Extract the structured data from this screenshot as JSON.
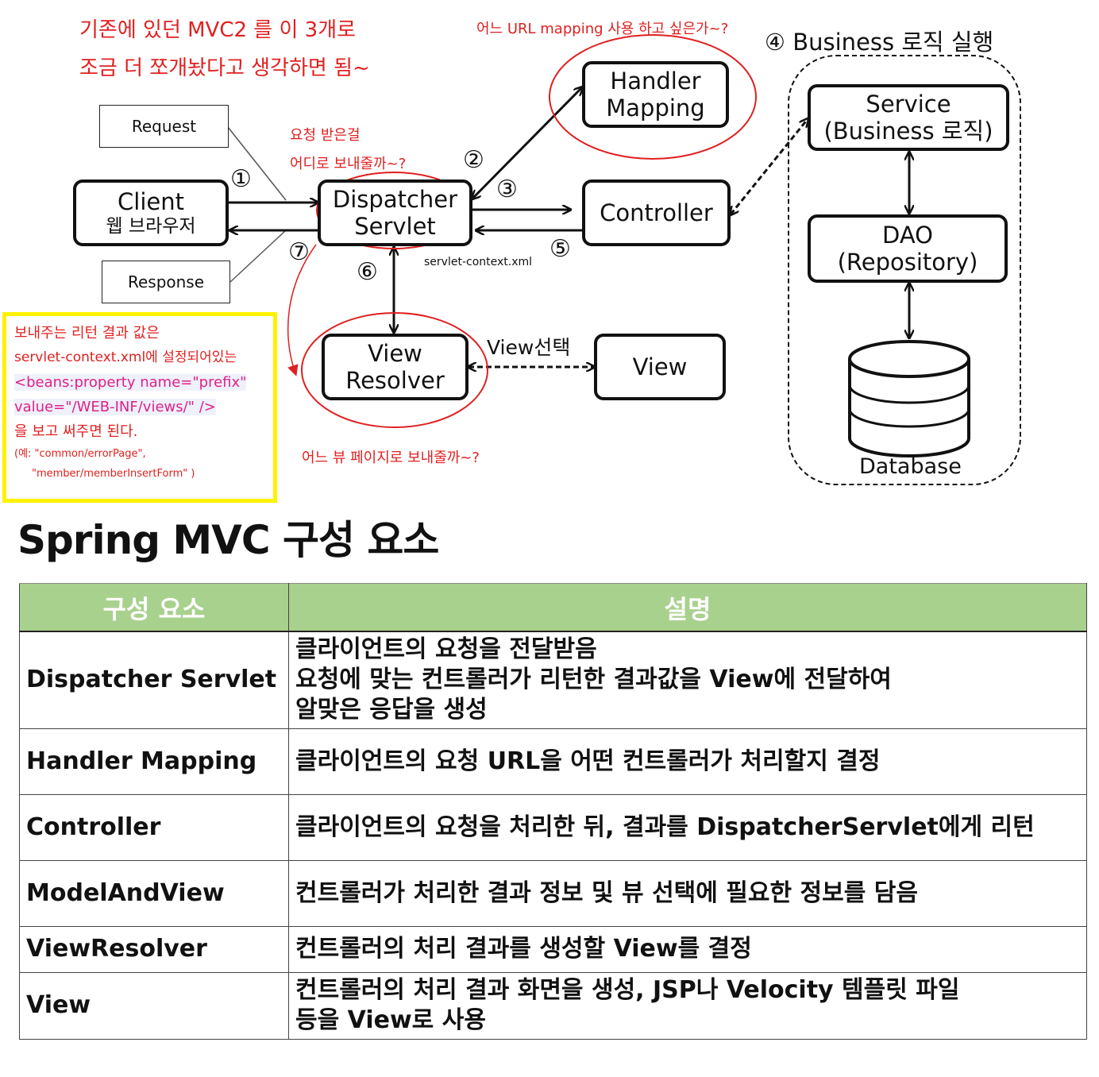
{
  "notes": {
    "top_line1": "기존에 있던 MVC2 를 이 3개로",
    "top_line2": "조금 더 쪼개놨다고 생각하면 됨~",
    "url_mapping": "어느 URL mapping 사용 하고 싶은가~?",
    "request_where_1": "요청 받은걸",
    "request_where_2": "어디로 보내줄까~?",
    "view_where": "어느 뷰 페이지로 보내줄까~?",
    "servlet_context": "servlet-context.xml",
    "business": "④ Business 로직 실행",
    "view_select": "View선택"
  },
  "diagram": {
    "request": "Request",
    "response": "Response",
    "client": "Client",
    "client_sub": "웹 브라우저",
    "dispatcher_1": "Dispatcher",
    "dispatcher_2": "Servlet",
    "handler_1": "Handler",
    "handler_2": "Mapping",
    "controller": "Controller",
    "view_resolver_1": "View",
    "view_resolver_2": "Resolver",
    "view": "View",
    "service_1": "Service",
    "service_2": "(Business 로직)",
    "dao_1": "DAO",
    "dao_2": "(Repository)",
    "database": "Database",
    "steps": [
      "①",
      "②",
      "③",
      "⑤",
      "⑥",
      "⑦"
    ]
  },
  "yellow_box": {
    "line1": "보내주는 리턴 결과 값은",
    "line2": "servlet-context.xml에 설정되어있는",
    "code1": "<beans:property name=\"prefix\"",
    "code2": "value=\"/WEB-INF/views/\" />",
    "line3": "을 보고 써주면 된다.",
    "ex1": "(예: \"common/errorPage\",",
    "ex2": "\"member/memberInsertForm\" )"
  },
  "section_title": "Spring MVC 구성 요소",
  "table": {
    "headers": [
      "구성 요소",
      "설명"
    ],
    "rows": [
      {
        "name": "Dispatcher Servlet",
        "desc": "클라이언트의 요청을 전달받음\n요청에 맞는 컨트롤러가 리턴한 결과값을 View에 전달하여\n알맞은 응답을 생성"
      },
      {
        "name": "Handler Mapping",
        "desc": "클라이언트의 요청 URL을 어떤 컨트롤러가 처리할지 결정"
      },
      {
        "name": "Controller",
        "desc": "클라이언트의 요청을 처리한 뒤, 결과를 DispatcherServlet에게 리턴"
      },
      {
        "name": "ModelAndView",
        "desc": "컨트롤러가 처리한 결과 정보 및 뷰 선택에 필요한 정보를 담음"
      },
      {
        "name": "ViewResolver",
        "desc": "컨트롤러의 처리 결과를 생성할 View를 결정"
      },
      {
        "name": "View",
        "desc": "컨트롤러의 처리 결과 화면을 생성, JSP나 Velocity 템플릿 파일\n등을 View로 사용"
      }
    ]
  },
  "colors": {
    "note_red": "#e02020",
    "highlight_yellow": "#fff200",
    "header_green": "#a9d18e",
    "code_pink": "#e0208a"
  }
}
